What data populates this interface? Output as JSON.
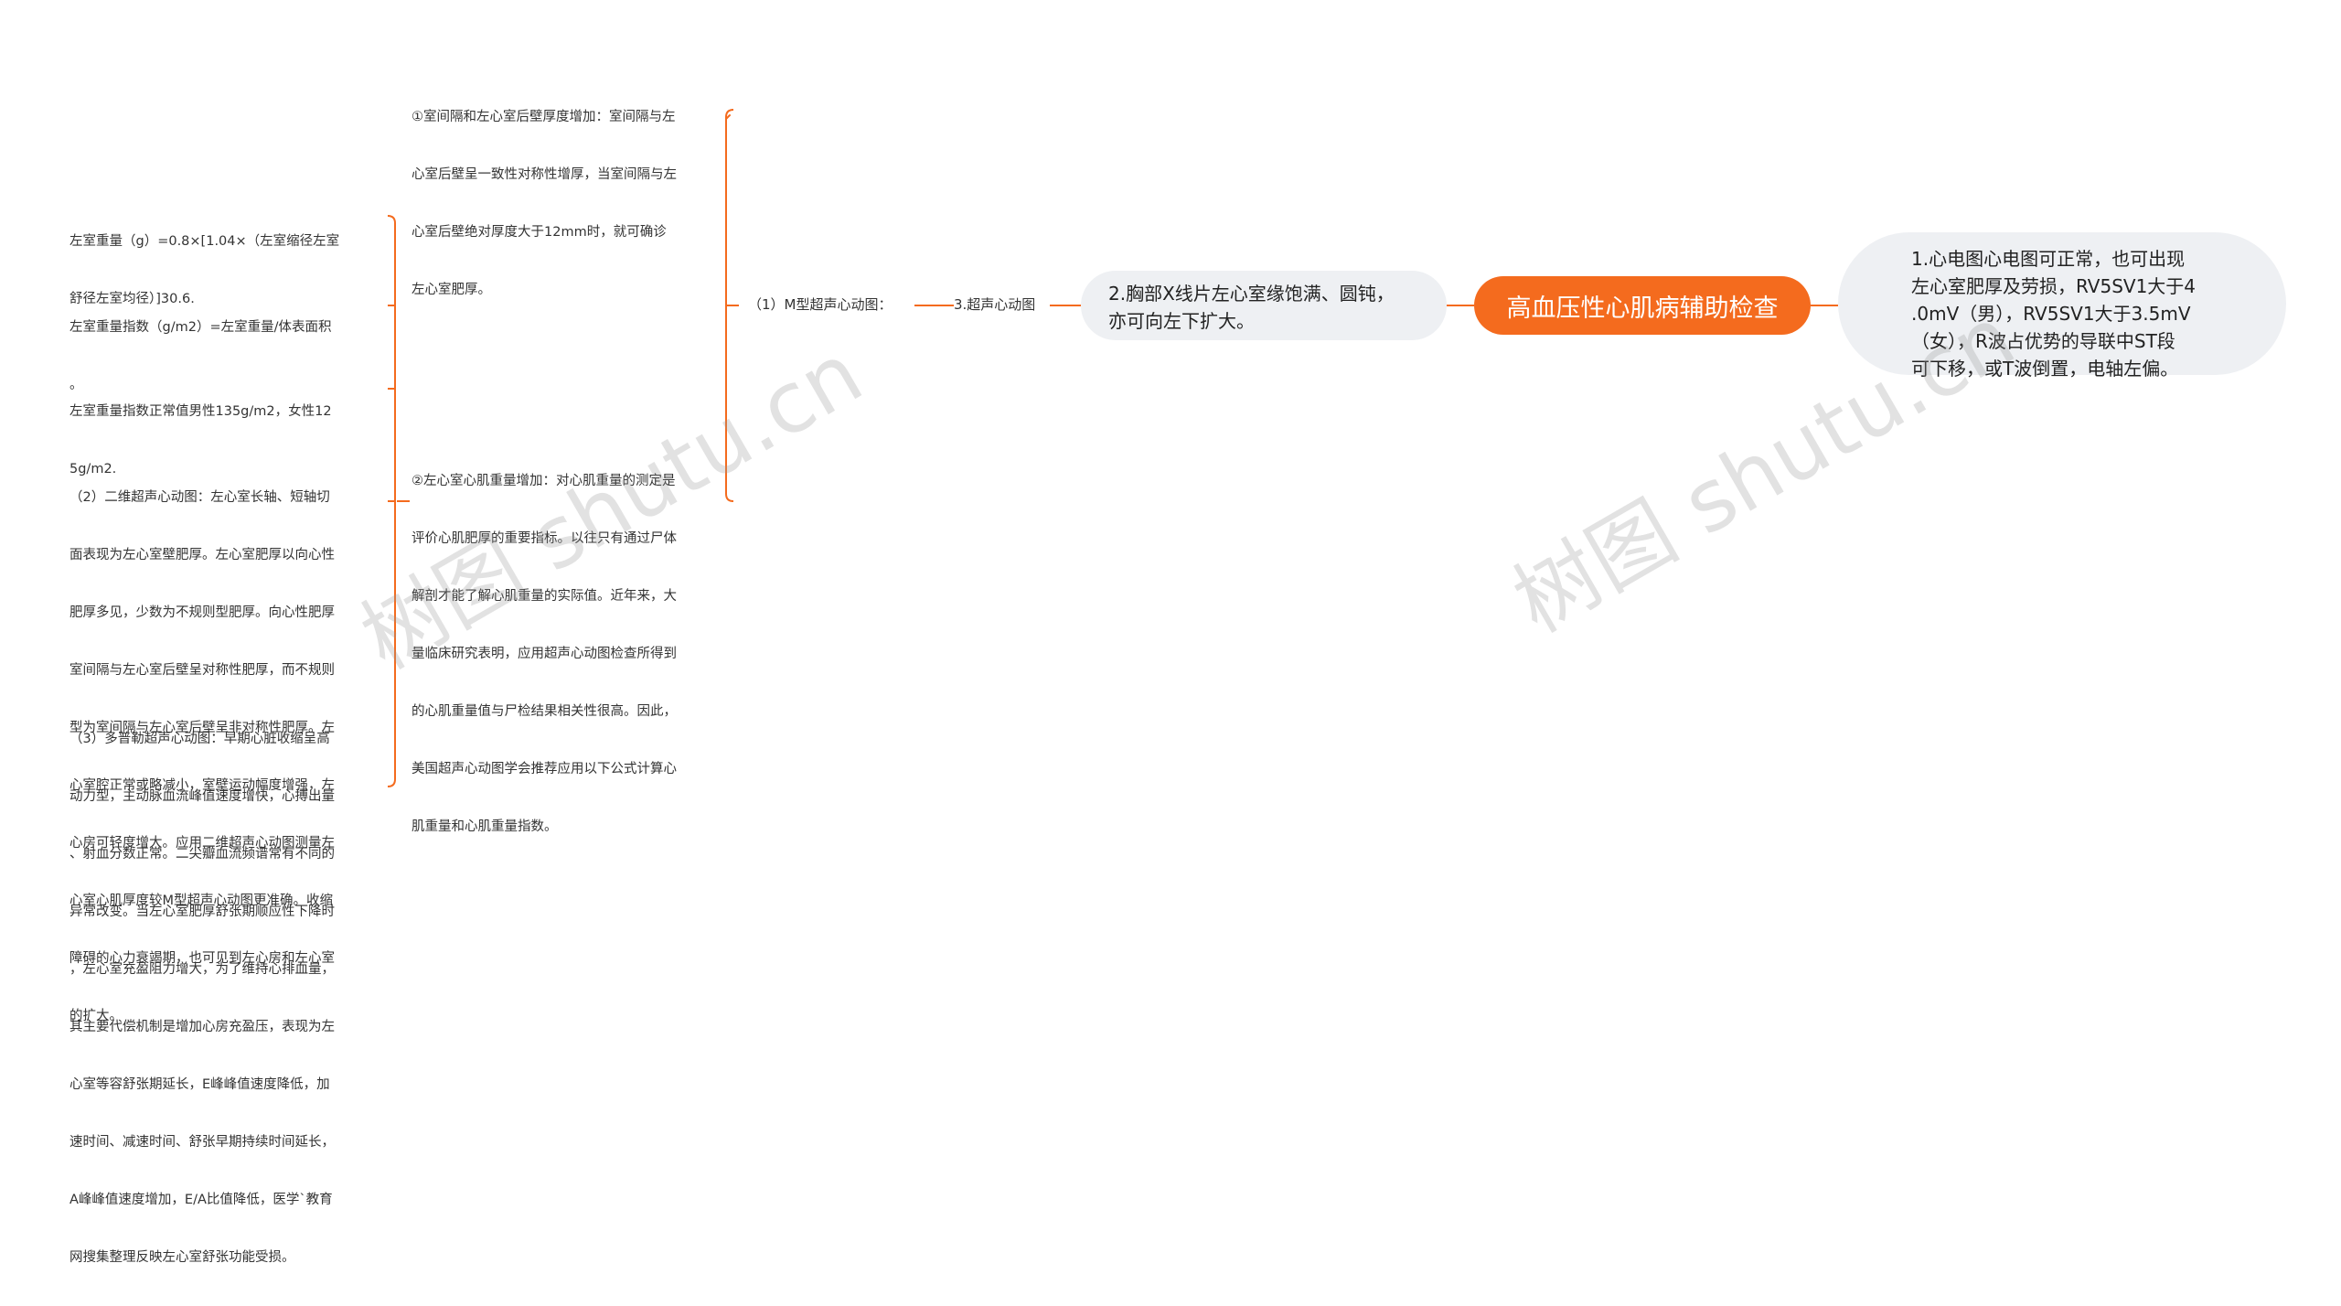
{
  "root": {
    "label": "高血压性心肌病辅助检查"
  },
  "right_child": {
    "text": "1.心电图心电图可正常，也可出现左心室肥厚及劳损，RV5SV1大于4.0mV（男），RV5SV1大于3.5mV（女），R波占优势的导联中ST段可下移，或T波倒置，电轴左偏。",
    "lines": [
      "1.心电图心电图可正常，也可出现",
      "左心室肥厚及劳损，RV5SV1大于4",
      ".0mV（男），RV5SV1大于3.5mV",
      "（女），R波占优势的导联中ST段",
      "可下移，或T波倒置，电轴左偏。"
    ]
  },
  "left_child": {
    "lines": [
      "2.胸部X线片左心室缘饱满、圆钝，",
      "亦可向左下扩大。"
    ]
  },
  "level2": {
    "label": "3.超声心动图"
  },
  "level3": {
    "label": "（1）M型超声心动图："
  },
  "level4": {
    "item1": [
      "①室间隔和左心室后壁厚度增加：室间隔与左",
      "心室后壁呈一致性对称性增厚，当室间隔与左",
      "心室后壁绝对厚度大于12mm时，就可确诊",
      "左心室肥厚。"
    ],
    "item2": [
      "②左心室心肌重量增加：对心肌重量的测定是",
      "评价心肌肥厚的重要指标。以往只有通过尸体",
      "解剖才能了解心肌重量的实际值。近年来，大",
      "量临床研究表明，应用超声心动图检查所得到",
      "的心肌重量值与尸检结果相关性很高。因此，",
      "美国超声心动图学会推荐应用以下公式计算心",
      "肌重量和心肌重量指数。"
    ]
  },
  "level5": {
    "a": [
      "左室重量（g）=0.8×[1.04×（左室缩径左室",
      "舒径左室均径）]30.6."
    ],
    "b": [
      "左室重量指数（g/m2）=左室重量/体表面积",
      "。"
    ],
    "c": [
      "左室重量指数正常值男性135g/m2，女性12",
      "5g/m2."
    ],
    "d": [
      "（2）二维超声心动图：左心室长轴、短轴切",
      "面表现为左心室壁肥厚。左心室肥厚以向心性",
      "肥厚多见，少数为不规则型肥厚。向心性肥厚",
      "室间隔与左心室后壁呈对称性肥厚，而不规则",
      "型为室间隔与左心室后壁呈非对称性肥厚。左",
      "心室腔正常或略减小，室壁运动幅度增强，左",
      "心房可轻度增大。应用二维超声心动图测量左",
      "心室心肌厚度较M型超声心动图更准确。收缩",
      "障碍的心力衰竭期，也可见到左心房和左心室",
      "的扩大。"
    ],
    "e": [
      "（3）多普勒超声心动图：早期心脏收缩呈高",
      "动力型，主动脉血流峰值速度增快，心搏出量",
      "、射血分数正常。二尖瓣血流频谱常有不同的",
      "异常改变。当左心室肥厚舒张期顺应性下降时",
      "，左心室充盈阻力增大，为了维持心排血量，",
      "其主要代偿机制是增加心房充盈压，表现为左",
      "心室等容舒张期延长，E峰峰值速度降低，加",
      "速时间、减速时间、舒张早期持续时间延长，",
      "A峰峰值速度增加，E/A比值降低，医学`教育",
      "网搜集整理反映左心室舒张功能受损。"
    ]
  },
  "watermark": {
    "text": "树图 shutu.cn"
  },
  "colors": {
    "accent": "#f46b1e",
    "pill_bg": "#eef0f3",
    "line": "#f46b1e"
  }
}
